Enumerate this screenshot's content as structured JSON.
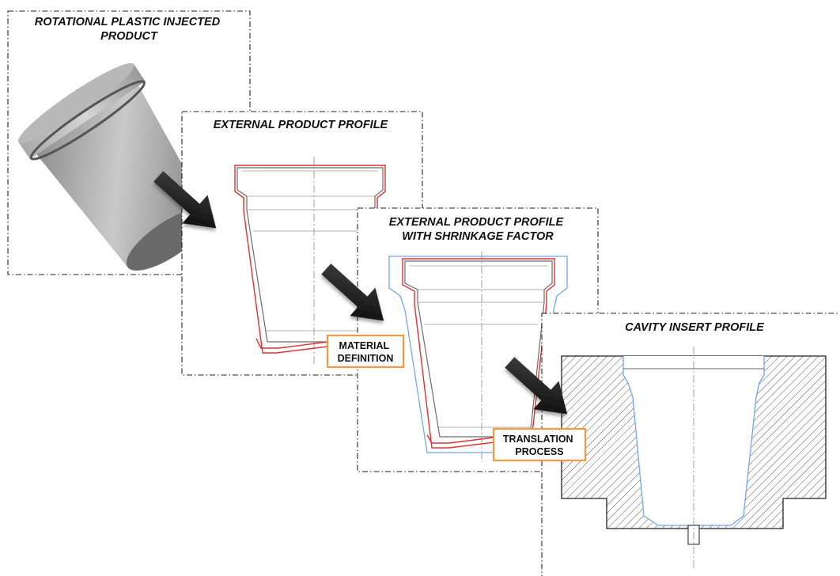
{
  "panels": [
    {
      "title_lines": [
        "ROTATIONAL PLASTIC INJECTED",
        "PRODUCT"
      ]
    },
    {
      "title_lines": [
        "EXTERNAL PRODUCT PROFILE"
      ]
    },
    {
      "title_lines": [
        "EXTERNAL PRODUCT PROFILE",
        "WITH SHRINKAGE FACTOR"
      ]
    },
    {
      "title_lines": [
        "CAVITY INSERT PROFILE"
      ]
    }
  ],
  "labels": {
    "material": [
      "MATERIAL",
      "DEFINITION"
    ],
    "translation": [
      "TRANSLATION",
      "PROCESS"
    ]
  },
  "colors": {
    "product_profile": "#e03030",
    "shrinkage_profile": "#6fa8e8",
    "label_border": "#f39a3c",
    "arrow": "#111111"
  }
}
